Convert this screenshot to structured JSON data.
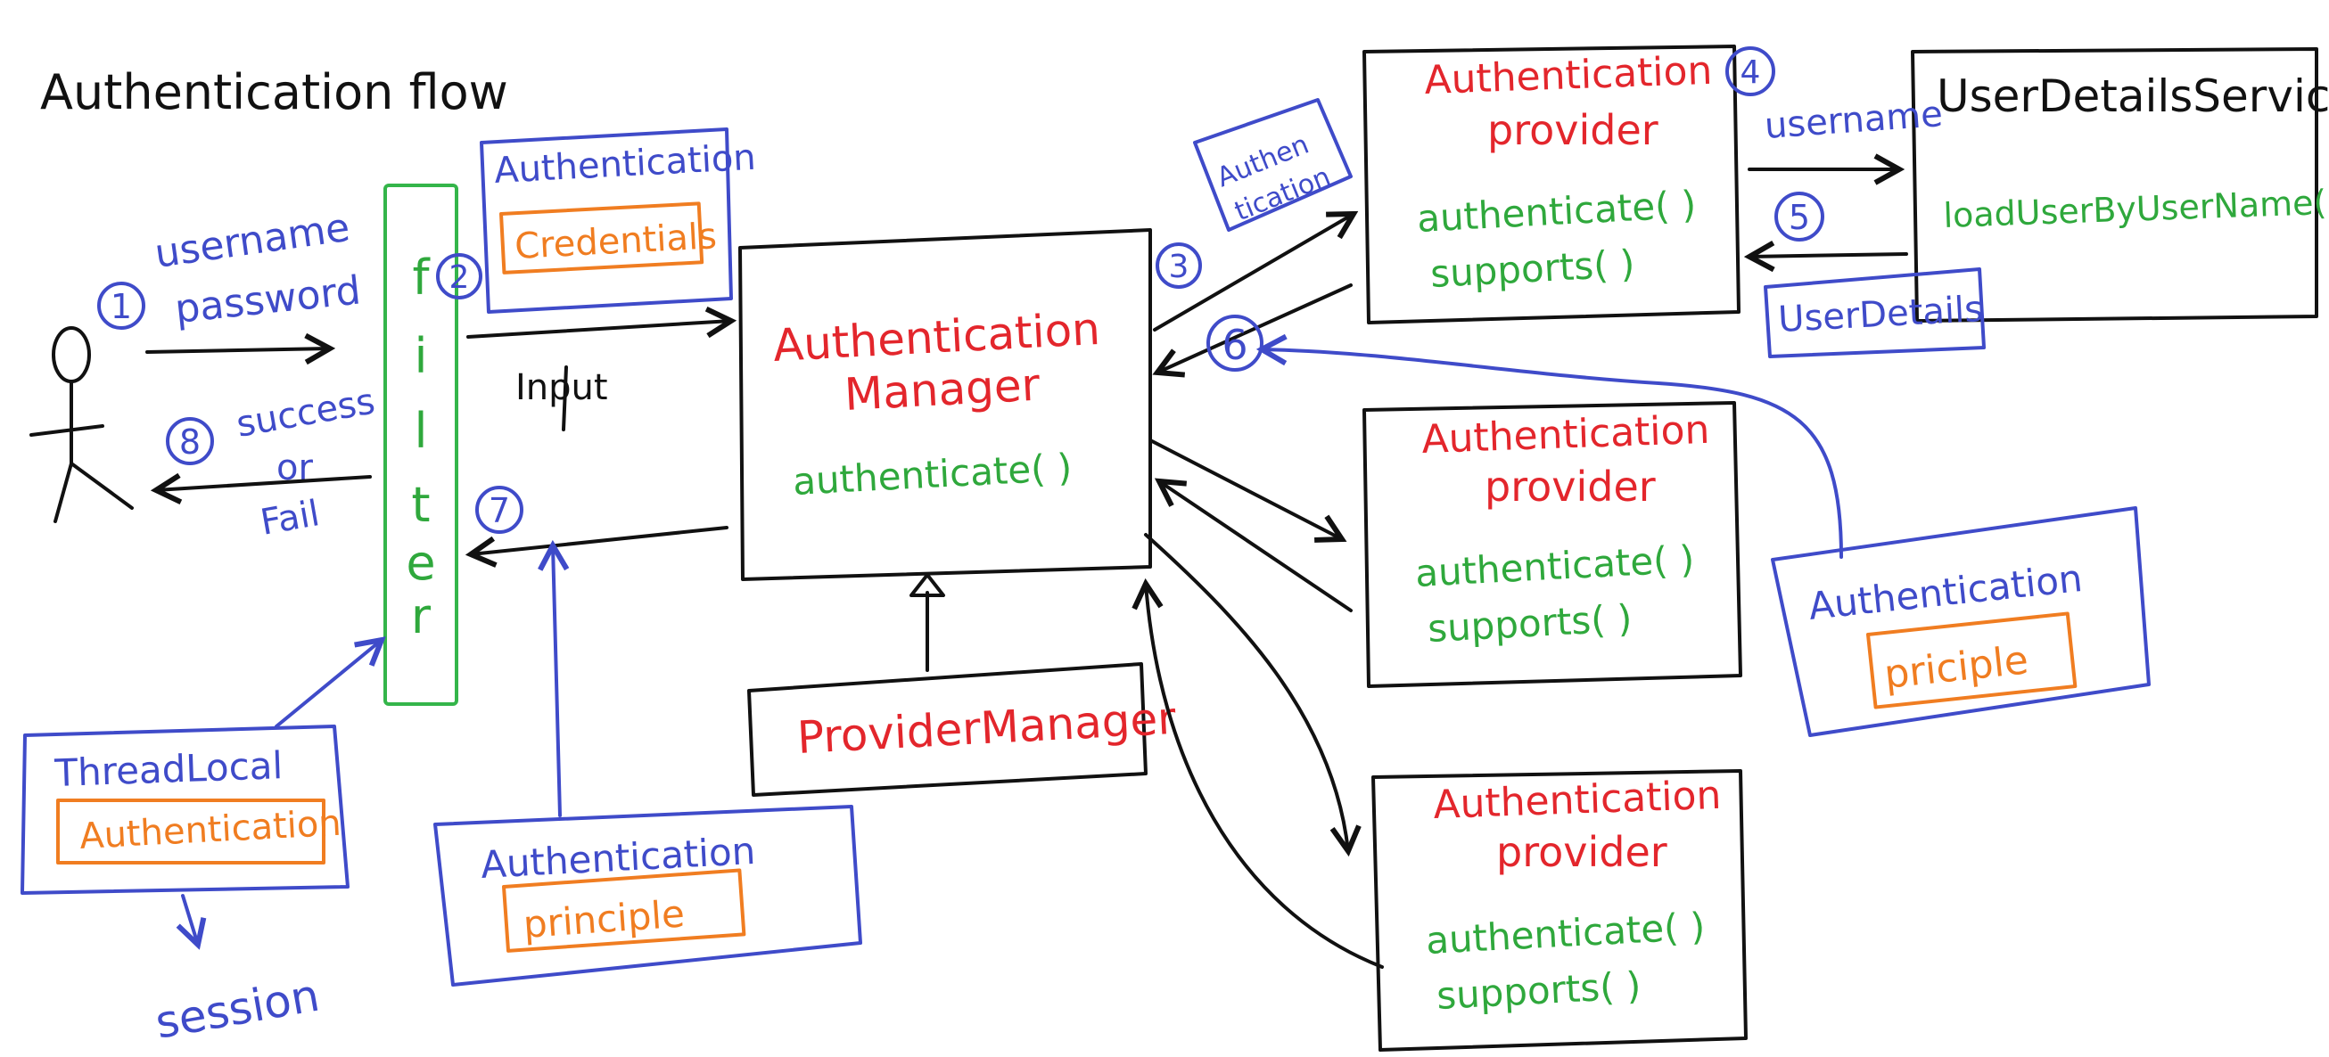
{
  "title": "Authentication flow",
  "colors": {
    "ink": "#111111",
    "blue": "#3f4bc9",
    "red": "#e3262c",
    "green": "#2fa83c",
    "orange": "#f07d21"
  },
  "user": {
    "icon": "stick-figure-user-icon",
    "request_label_1": "username",
    "request_label_2": "password",
    "response_label_1": "success",
    "response_label_2": "or",
    "response_label_3": "Fail"
  },
  "filter": {
    "label": "filter",
    "letters": [
      "f",
      "i",
      "l",
      "t",
      "e",
      "r"
    ]
  },
  "input_label": "Input",
  "steps": [
    "1",
    "2",
    "3",
    "4",
    "5",
    "6",
    "7",
    "8"
  ],
  "auth_credentials_card": {
    "title": "Authentication",
    "field": "Credentials"
  },
  "auth_principle_card": {
    "title": "Authentication",
    "field": "principle"
  },
  "thread_local": {
    "title": "ThreadLocal",
    "field": "Authentication",
    "session_label": "session"
  },
  "auth_manager": {
    "title_line1": "Authentication",
    "title_line2": "Manager",
    "method": "authenticate( )"
  },
  "provider_manager": {
    "title": "ProviderManager"
  },
  "auth_tag": {
    "line1": "Authen",
    "line2": "tication"
  },
  "providers": [
    {
      "title_line1": "Authentication",
      "title_line2": "provider",
      "method1": "authenticate( )",
      "method2": "supports(   )"
    },
    {
      "title_line1": "Authentication",
      "title_line2": "provider",
      "method1": "authenticate( )",
      "method2": "supports(   )"
    },
    {
      "title_line1": "Authentication",
      "title_line2": "provider",
      "method1": "authenticate( )",
      "method2": "supports(   )"
    }
  ],
  "user_details_service": {
    "title": "UserDetailsService",
    "method": "loadUserByUserName( )"
  },
  "username_arrow_label": "username",
  "user_details_label": "UserDetails",
  "auth_principle_right": {
    "title": "Authentication",
    "field": "priciple"
  }
}
